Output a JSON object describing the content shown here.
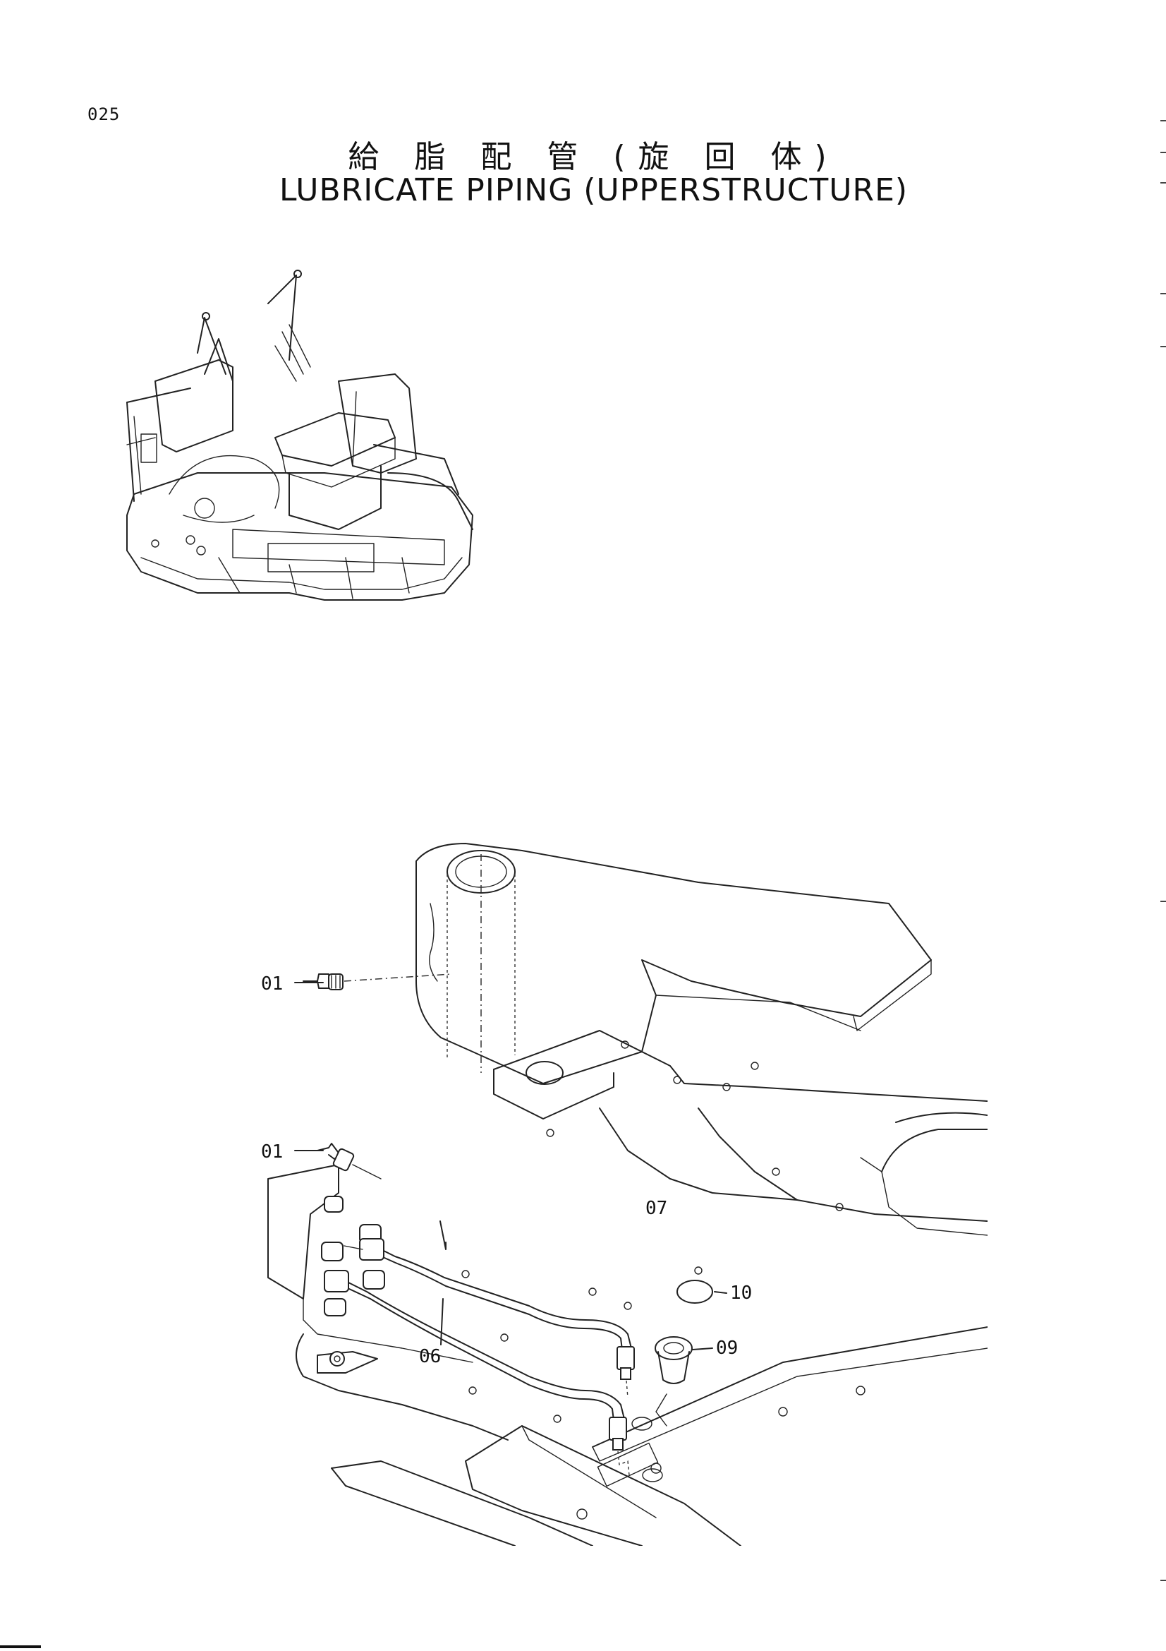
{
  "header": {
    "page_number": "025",
    "title_jp": "給 脂 配 管 (旋 回 体)",
    "title_en": "LUBRICATE PIPING (UPPERSTRUCTURE)"
  },
  "callouts": {
    "c01a": "01",
    "c01b": "01",
    "c07": "07",
    "c06": "06",
    "c10": "10",
    "c09": "09"
  }
}
